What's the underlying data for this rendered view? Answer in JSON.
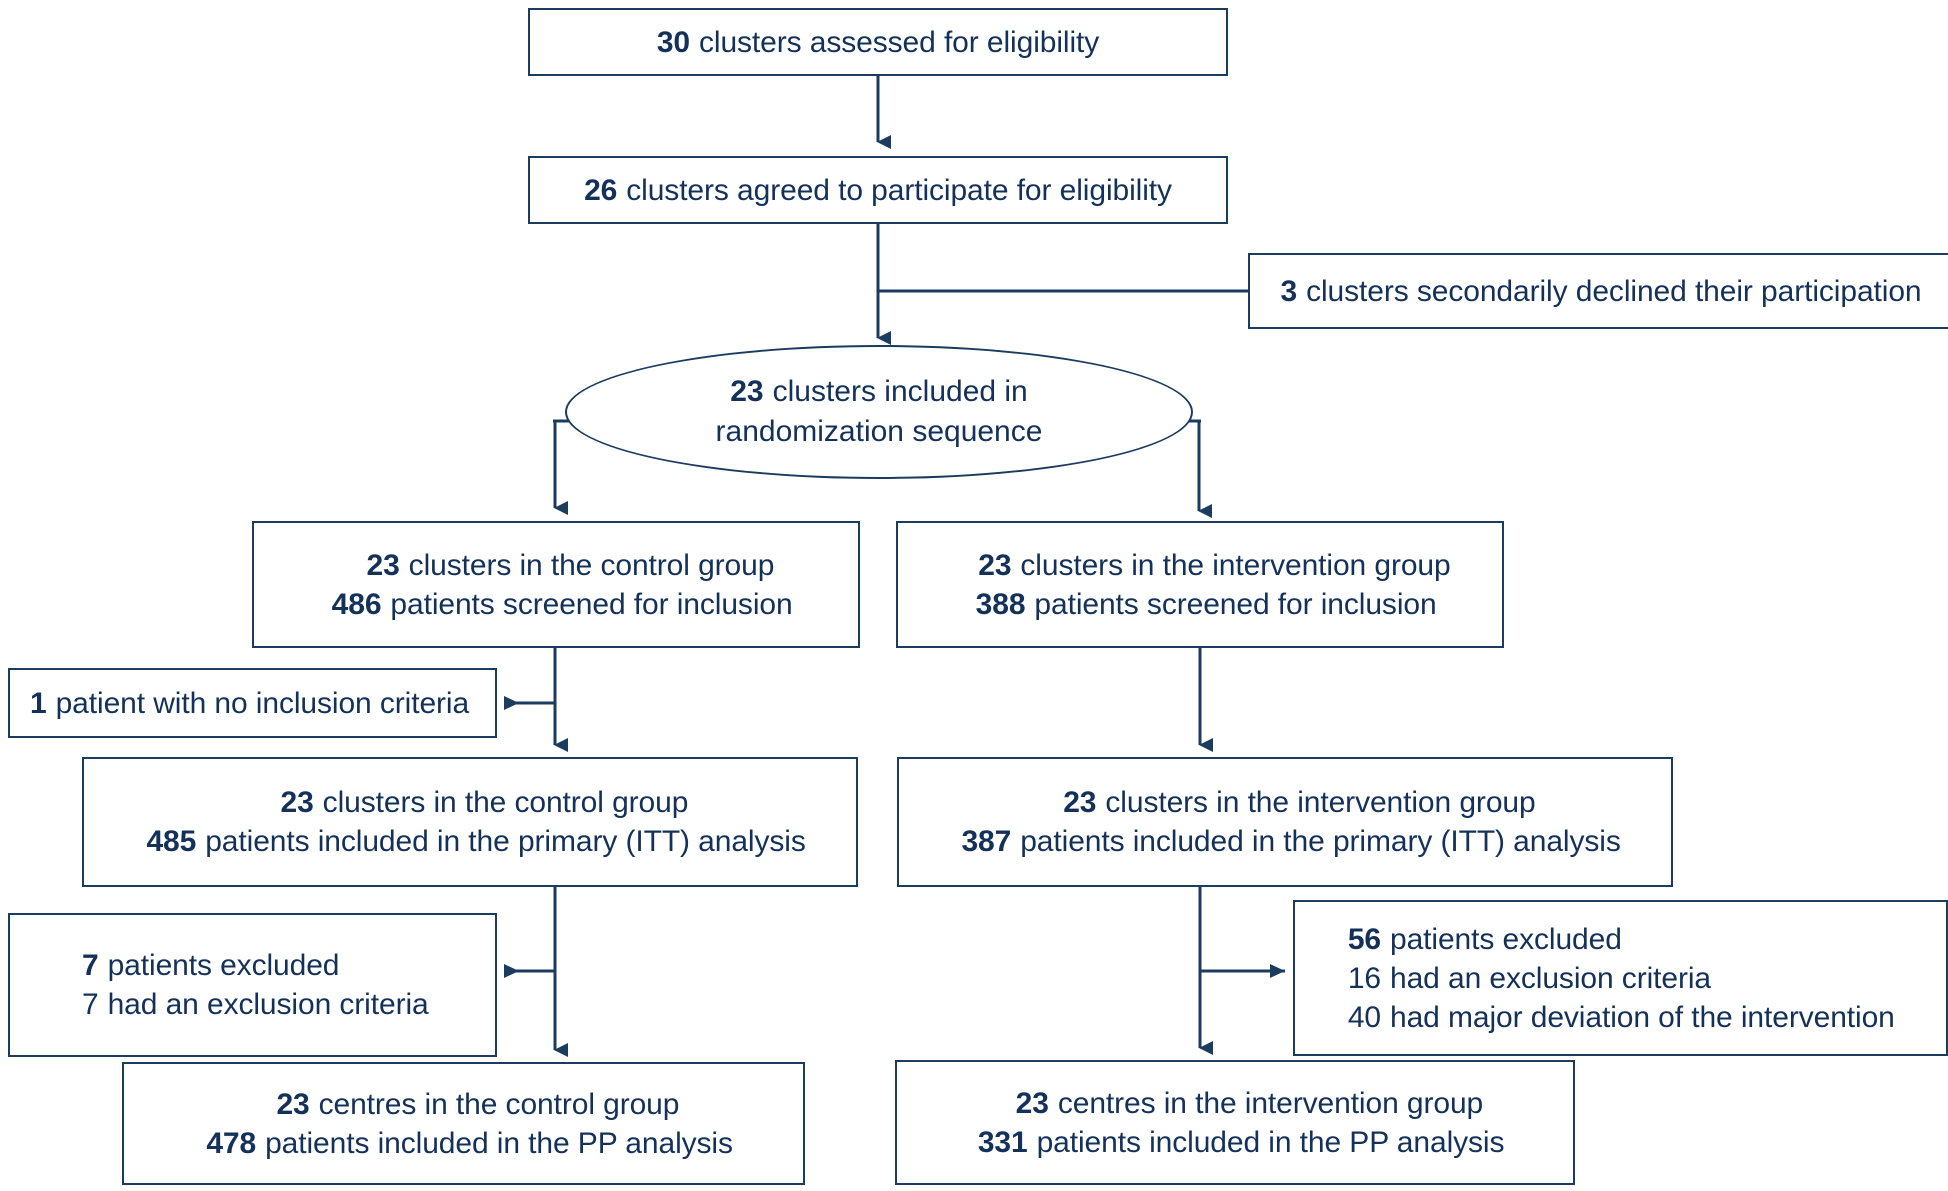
{
  "diagram": {
    "title": "CONSORT cluster randomized trial flow diagram",
    "accent_color": "#1b3b5f",
    "text_color": "#14315a",
    "background": "#ffffff"
  },
  "nodes": {
    "assessed": {
      "shape": "rect",
      "line1_num": "30",
      "line1_text": "clusters assessed for eligibility"
    },
    "agreed": {
      "shape": "rect",
      "line1_num": "26",
      "line1_text": "clusters agreed to participate for eligibility"
    },
    "declined": {
      "shape": "rect",
      "line1_num": "3",
      "line1_text": "clusters secondarily declined their participation"
    },
    "randomized": {
      "shape": "ellipse",
      "line1_num": "23",
      "line1_text": "clusters included in",
      "line2_text": "randomization sequence"
    },
    "control_screened": {
      "shape": "rect",
      "line1_num": "23",
      "line1_text": "clusters in the control group",
      "line2_num": "486",
      "line2_text": "patients screened for inclusion"
    },
    "intervention_screened": {
      "shape": "rect",
      "line1_num": "23",
      "line1_text": "clusters in the intervention group",
      "line2_num": "388",
      "line2_text": "patients screened for inclusion"
    },
    "no_inclusion_criteria": {
      "shape": "rect",
      "line1_num": "1",
      "line1_text": "patient with no inclusion criteria"
    },
    "control_itt": {
      "shape": "rect",
      "line1_num": "23",
      "line1_text": "clusters in the control group",
      "line2_num": "485",
      "line2_text": "patients included in the primary (ITT) analysis"
    },
    "intervention_itt": {
      "shape": "rect",
      "line1_num": "23",
      "line1_text": "clusters in the intervention group",
      "line2_num": "387",
      "line2_text": "patients included in the primary (ITT) analysis"
    },
    "control_excluded": {
      "shape": "rect",
      "line1_num": "7",
      "line1_text": "patients excluded",
      "line2_num": "7",
      "line2_text": "had an exclusion criteria"
    },
    "intervention_excluded": {
      "shape": "rect",
      "line1_num": "56",
      "line1_text": "patients excluded",
      "line2_num": "16",
      "line2_text": "had an exclusion criteria",
      "line3_num": "40",
      "line3_text": "had major deviation of the intervention"
    },
    "control_pp": {
      "shape": "rect",
      "line1_num": "23",
      "line1_text": "centres in the control group",
      "line2_num": "478",
      "line2_text": "patients included in the PP analysis"
    },
    "intervention_pp": {
      "shape": "rect",
      "line1_num": "23",
      "line1_text": "centres in the intervention group",
      "line2_num": "331",
      "line2_text": "patients included in the PP analysis"
    }
  }
}
